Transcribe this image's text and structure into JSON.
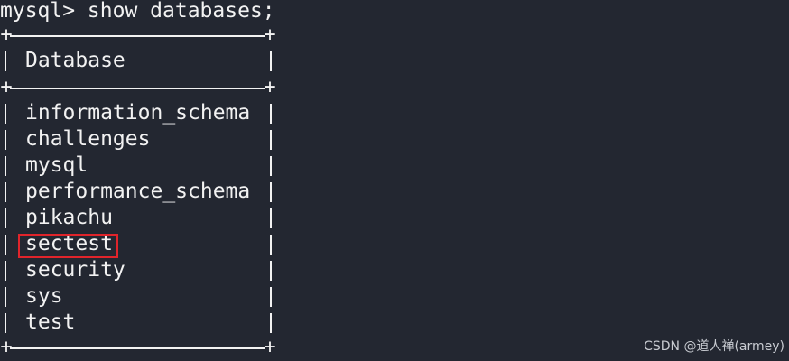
{
  "terminal": {
    "prompt": "mysql> show databases;",
    "header": "Database",
    "rows": [
      "information_schema",
      "challenges",
      "mysql",
      "performance_schema",
      "pikachu",
      "sectest",
      "security",
      "sys",
      "test"
    ],
    "highlighted_row": "sectest",
    "highlight_color": "#e0242b",
    "background_color": "#232731",
    "text_color": "#f2f2f2"
  },
  "watermark": {
    "text": "CSDN @道人禅(armey)"
  }
}
